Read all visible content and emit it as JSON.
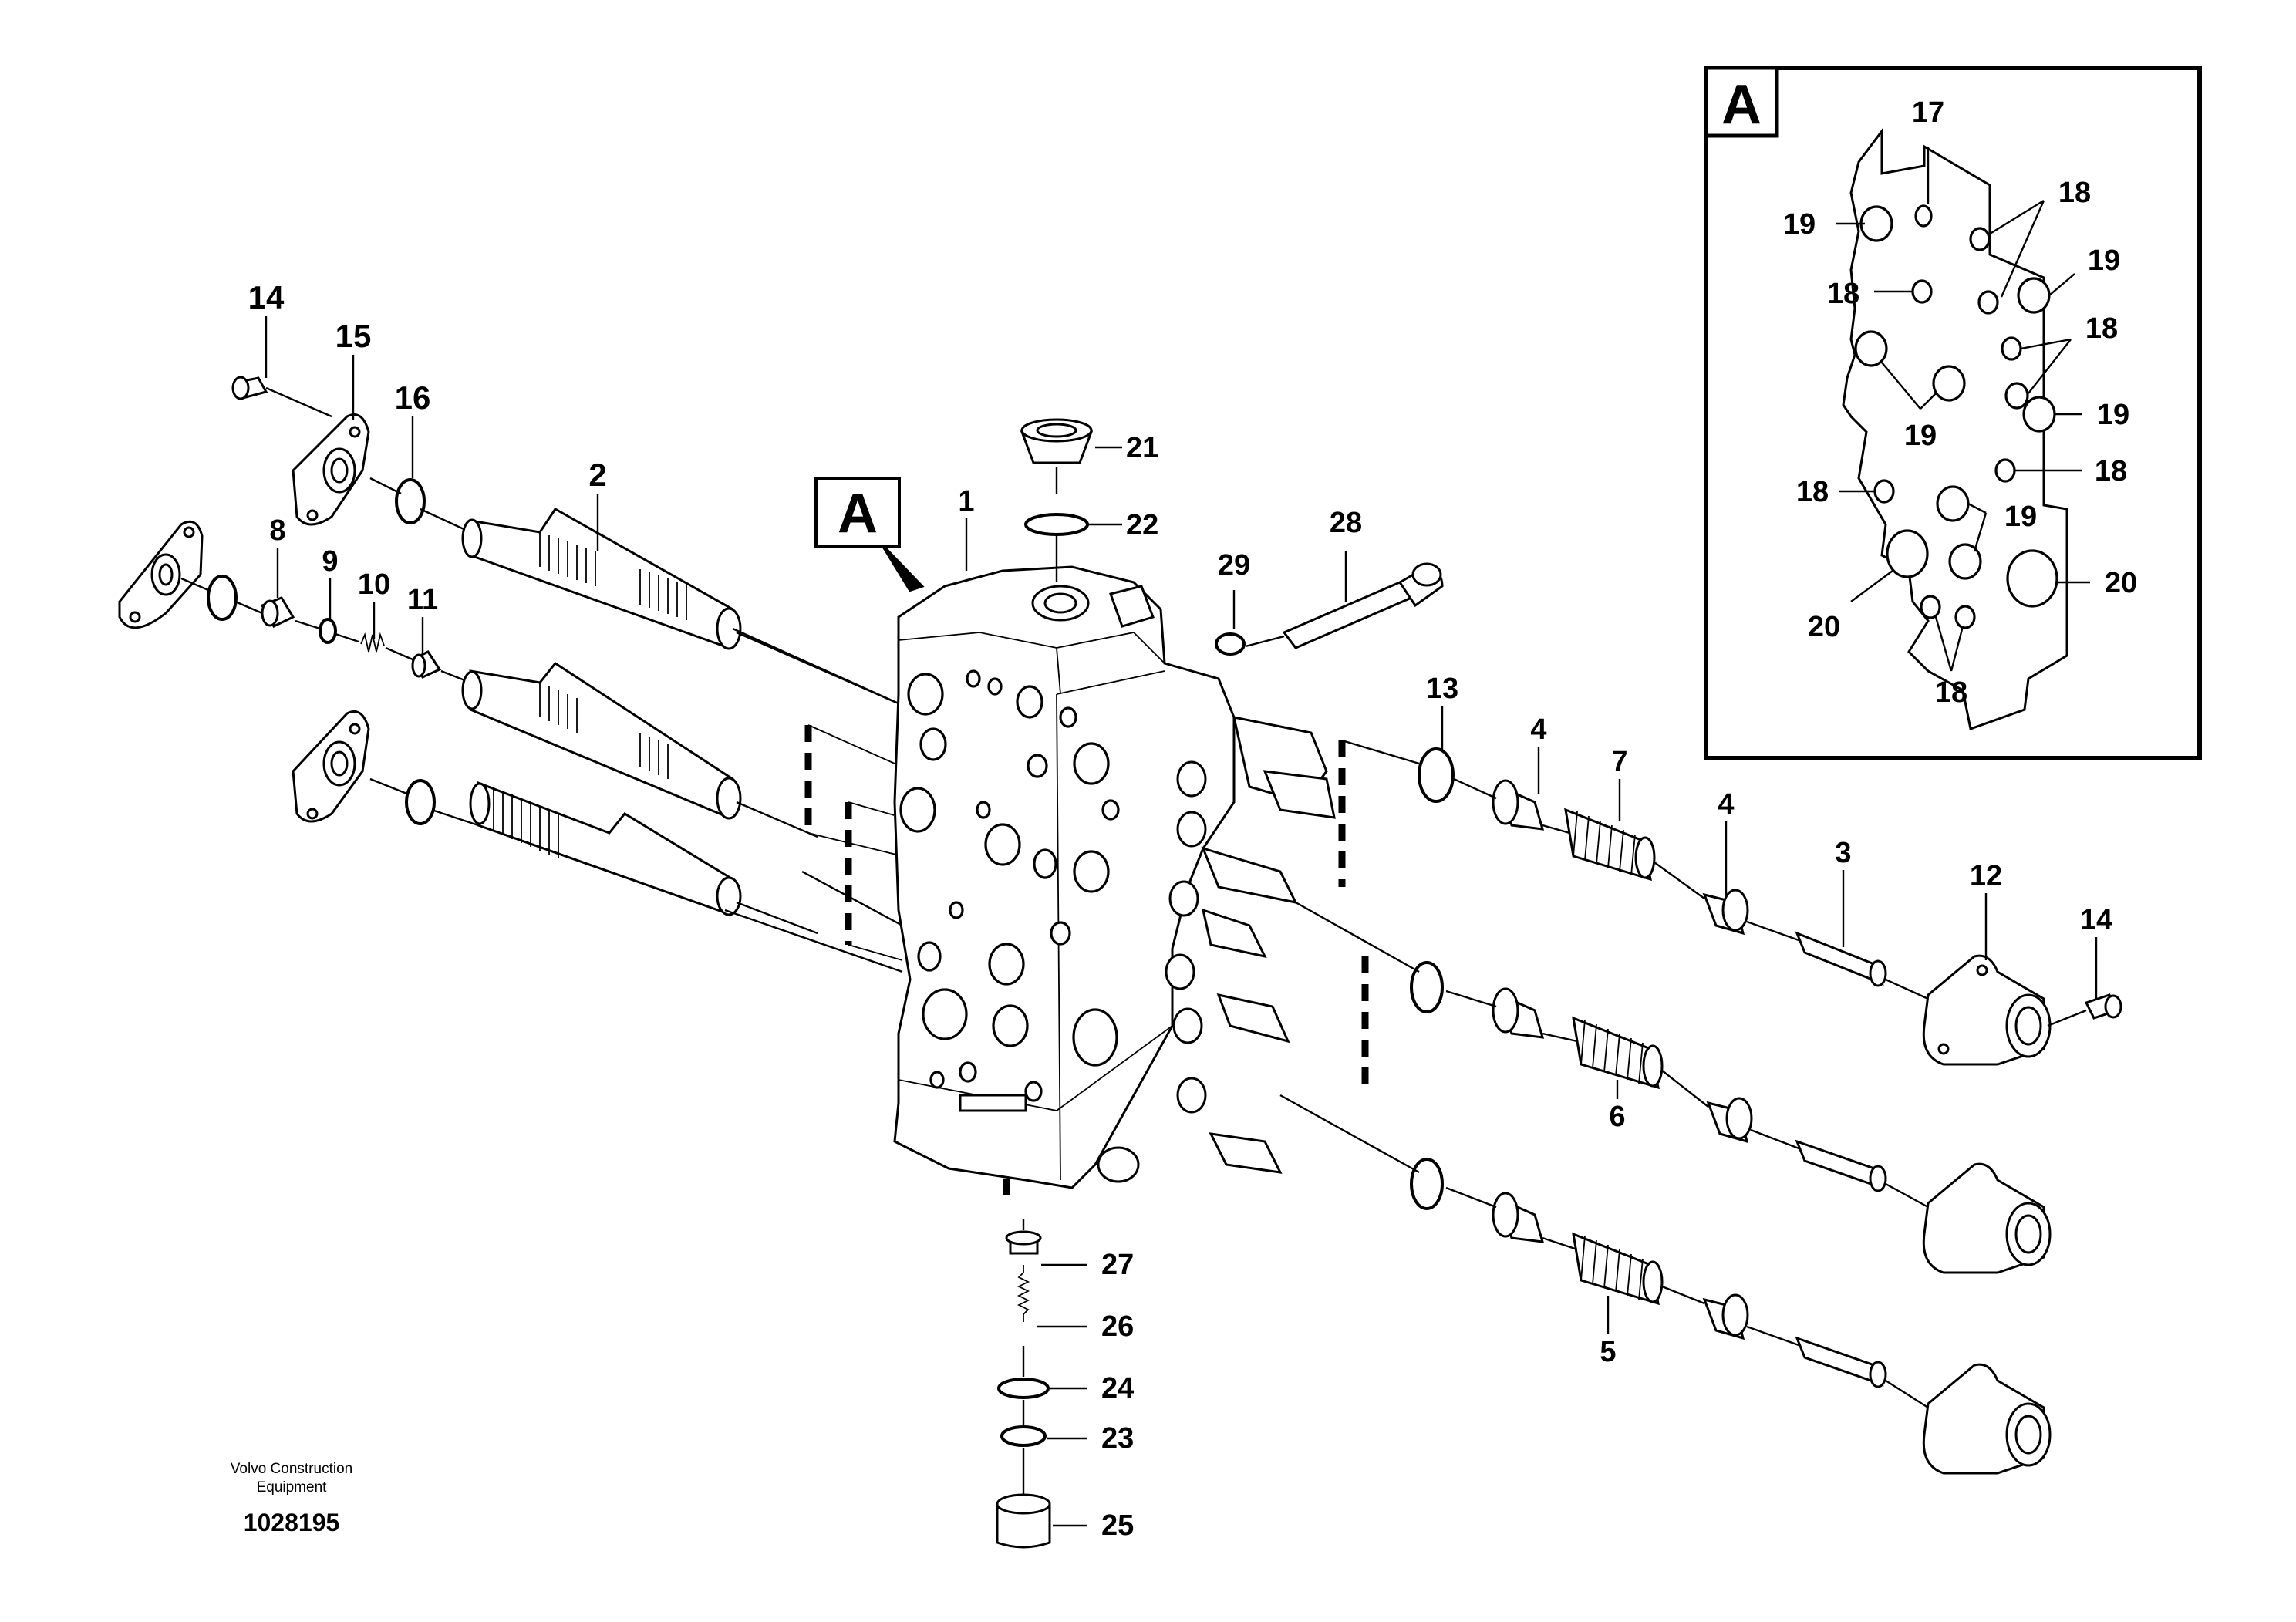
{
  "callout": {
    "main_label": "A",
    "detail_label": "A"
  },
  "footer": {
    "company_line1": "Volvo Construction",
    "company_line2": "Equipment",
    "drawing_number": "1028195"
  },
  "labels": {
    "l14a": "14",
    "l15": "15",
    "l16": "16",
    "l2": "2",
    "l8": "8",
    "l9": "9",
    "l10": "10",
    "l11": "11",
    "l1": "1",
    "l21": "21",
    "l22": "22",
    "l28": "28",
    "l29": "29",
    "l13": "13",
    "l4a": "4",
    "l7": "7",
    "l4b": "4",
    "l3": "3",
    "l12": "12",
    "l14b": "14",
    "l6": "6",
    "l5": "5",
    "l27": "27",
    "l26": "26",
    "l24": "24",
    "l23": "23",
    "l25": "25"
  },
  "detail_labels": {
    "d17": "17",
    "d18a": "18",
    "d19a": "19",
    "d19b": "19",
    "d18b": "18",
    "d18c": "18",
    "d19c": "19",
    "d19d": "19",
    "d18d": "18",
    "d18e": "18",
    "d19e": "19",
    "d20a": "20",
    "d20b": "20",
    "d18f": "18"
  }
}
